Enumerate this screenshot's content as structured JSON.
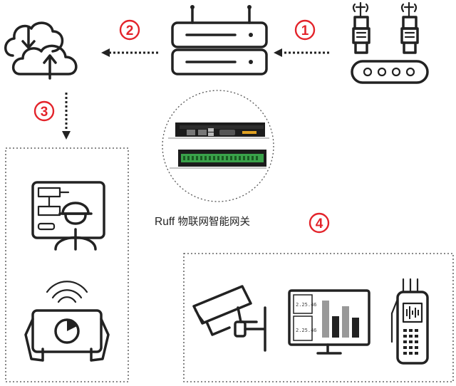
{
  "steps": [
    "1",
    "2",
    "3",
    "4"
  ],
  "caption": {
    "brand": "Ruff",
    "label": "物联网智能网关"
  },
  "monitor_readings": [
    "2.25.46",
    "2.25.46"
  ],
  "colors": {
    "step_red": "#e3242b",
    "ink": "#222222",
    "pcb_green": "#3aa24a"
  },
  "icons": {
    "cloud_sync": "cloud-sync-icon",
    "router": "router-icon",
    "factory_conveyor": "robot-conveyor-icon",
    "gateway_photo": "gateway-device-photo",
    "engineer_panel": "engineer-control-panel-icon",
    "tablet_gauge": "tablet-gauge-icon",
    "camera": "security-camera-icon",
    "monitor_chart": "monitor-chart-icon",
    "radio": "handheld-radio-icon"
  }
}
